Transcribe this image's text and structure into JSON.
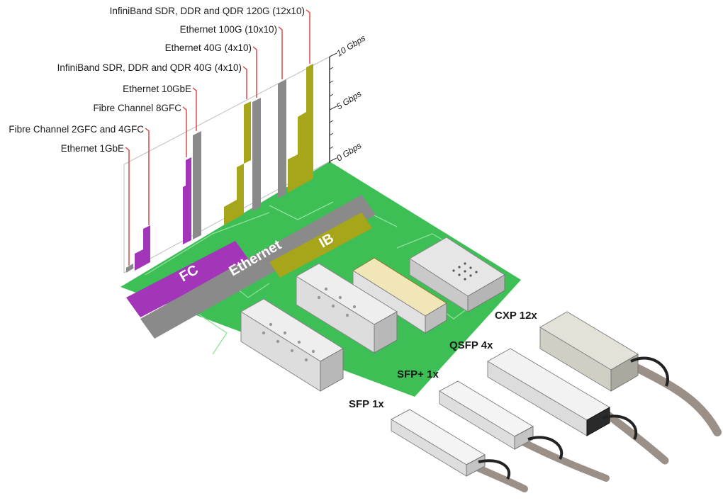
{
  "speed_labels": [
    "InfiniBand SDR, DDR and QDR 120G (12x10)",
    "Ethernet 100G (10x10)",
    "Ethernet 40G (4x10)",
    "InfiniBand SDR, DDR and QDR 40G (4x10)",
    "Ethernet 10GbE",
    "Fibre Channel 8GFC",
    "Fibre Channel 2GFC and 4GFC",
    "Ethernet 1GbE"
  ],
  "axis_ticks": [
    "10 Gbps",
    "5 Gbps",
    "0 Gbps"
  ],
  "lanes": [
    "FC",
    "Ethernet",
    "IB"
  ],
  "connectors": [
    "CXP 12x",
    "QSFP 4x",
    "SFP+ 1x",
    "SFP 1x"
  ],
  "colors": {
    "board": "#3dbf55",
    "board_line": "#8fe09a",
    "fc": "#a235b8",
    "ethernet": "#8a8a8a",
    "ib": "#a7a51a",
    "leader": "#d94040",
    "cable": "#9a9088",
    "cage": "#dcdcdc"
  }
}
